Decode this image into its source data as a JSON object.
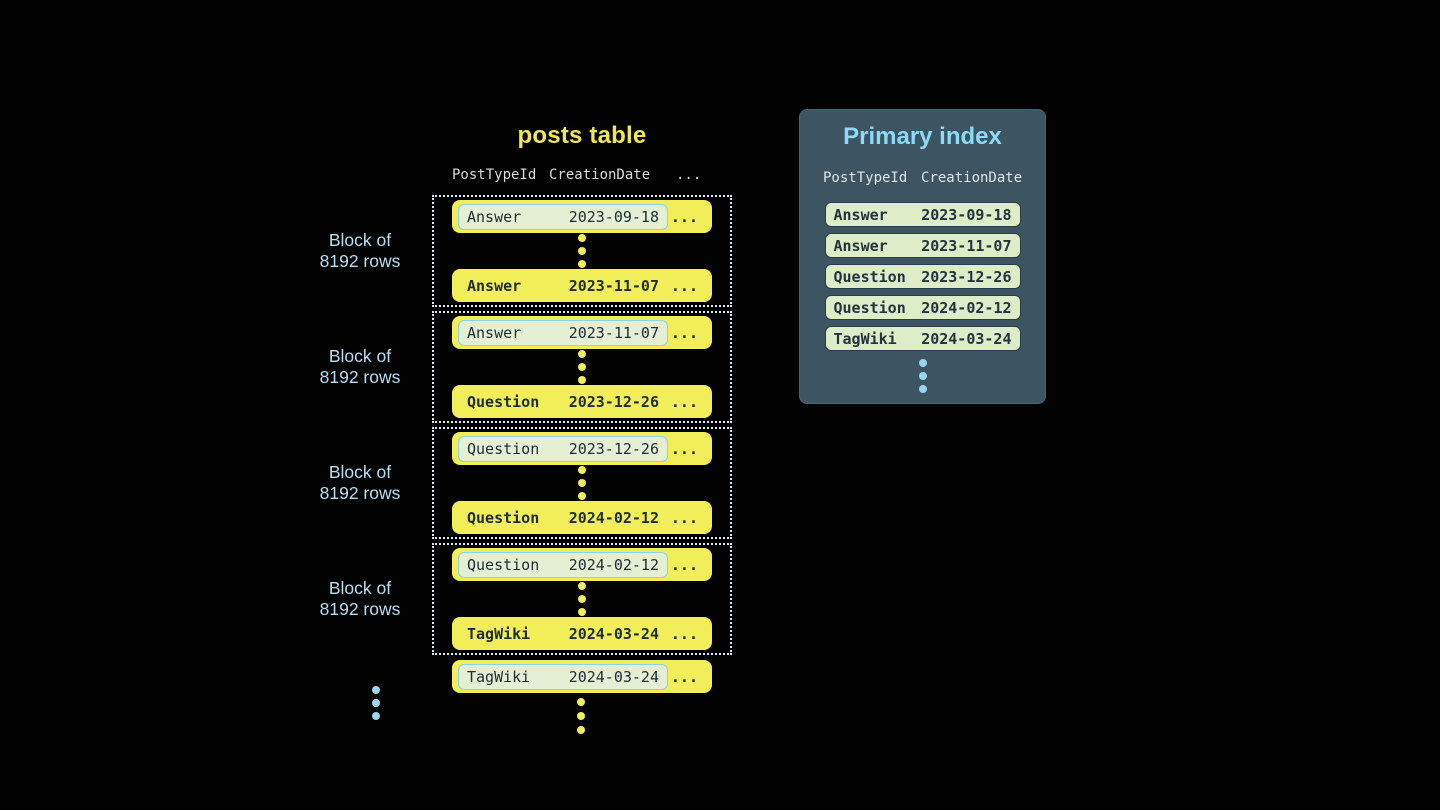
{
  "colors": {
    "background": "#020203",
    "row_yellow": "#f2ee59",
    "title_yellow": "#f0e755",
    "dark_text": "#1e2c38",
    "highlight_fill": "#e4efd4",
    "highlight_border": "#8fd0e4",
    "index_row_fill": "#dcedc8",
    "panel_background": "#3d5462",
    "panel_title_blue": "#8ed9f5",
    "label_blue": "#b7dff2",
    "dotted_border": "#d2ebf4",
    "blue_dots": "#9bd6ee"
  },
  "posts_table": {
    "title": "posts table",
    "headers": {
      "col1": "PostTypeId",
      "col2": "CreationDate",
      "col3": "..."
    },
    "ellipsis": "...",
    "block_label": {
      "line1": "Block of",
      "line2": "8192 rows"
    },
    "blocks": [
      {
        "first": {
          "type": "Answer",
          "date": "2023-09-18"
        },
        "last": {
          "type": "Answer",
          "date": "2023-11-07"
        }
      },
      {
        "first": {
          "type": "Answer",
          "date": "2023-11-07"
        },
        "last": {
          "type": "Question",
          "date": "2023-12-26"
        }
      },
      {
        "first": {
          "type": "Question",
          "date": "2023-12-26"
        },
        "last": {
          "type": "Question",
          "date": "2024-02-12"
        }
      },
      {
        "first": {
          "type": "Question",
          "date": "2024-02-12"
        },
        "last": {
          "type": "TagWiki",
          "date": "2024-03-24"
        }
      }
    ],
    "overflow_row": {
      "type": "TagWiki",
      "date": "2024-03-24"
    }
  },
  "primary_index": {
    "title": "Primary index",
    "headers": {
      "col1": "PostTypeId",
      "col2": "CreationDate"
    },
    "rows": [
      {
        "type": "Answer",
        "date": "2023-09-18"
      },
      {
        "type": "Answer",
        "date": "2023-11-07"
      },
      {
        "type": "Question",
        "date": "2023-12-26"
      },
      {
        "type": "Question",
        "date": "2024-02-12"
      },
      {
        "type": "TagWiki",
        "date": "2024-03-24"
      }
    ]
  }
}
